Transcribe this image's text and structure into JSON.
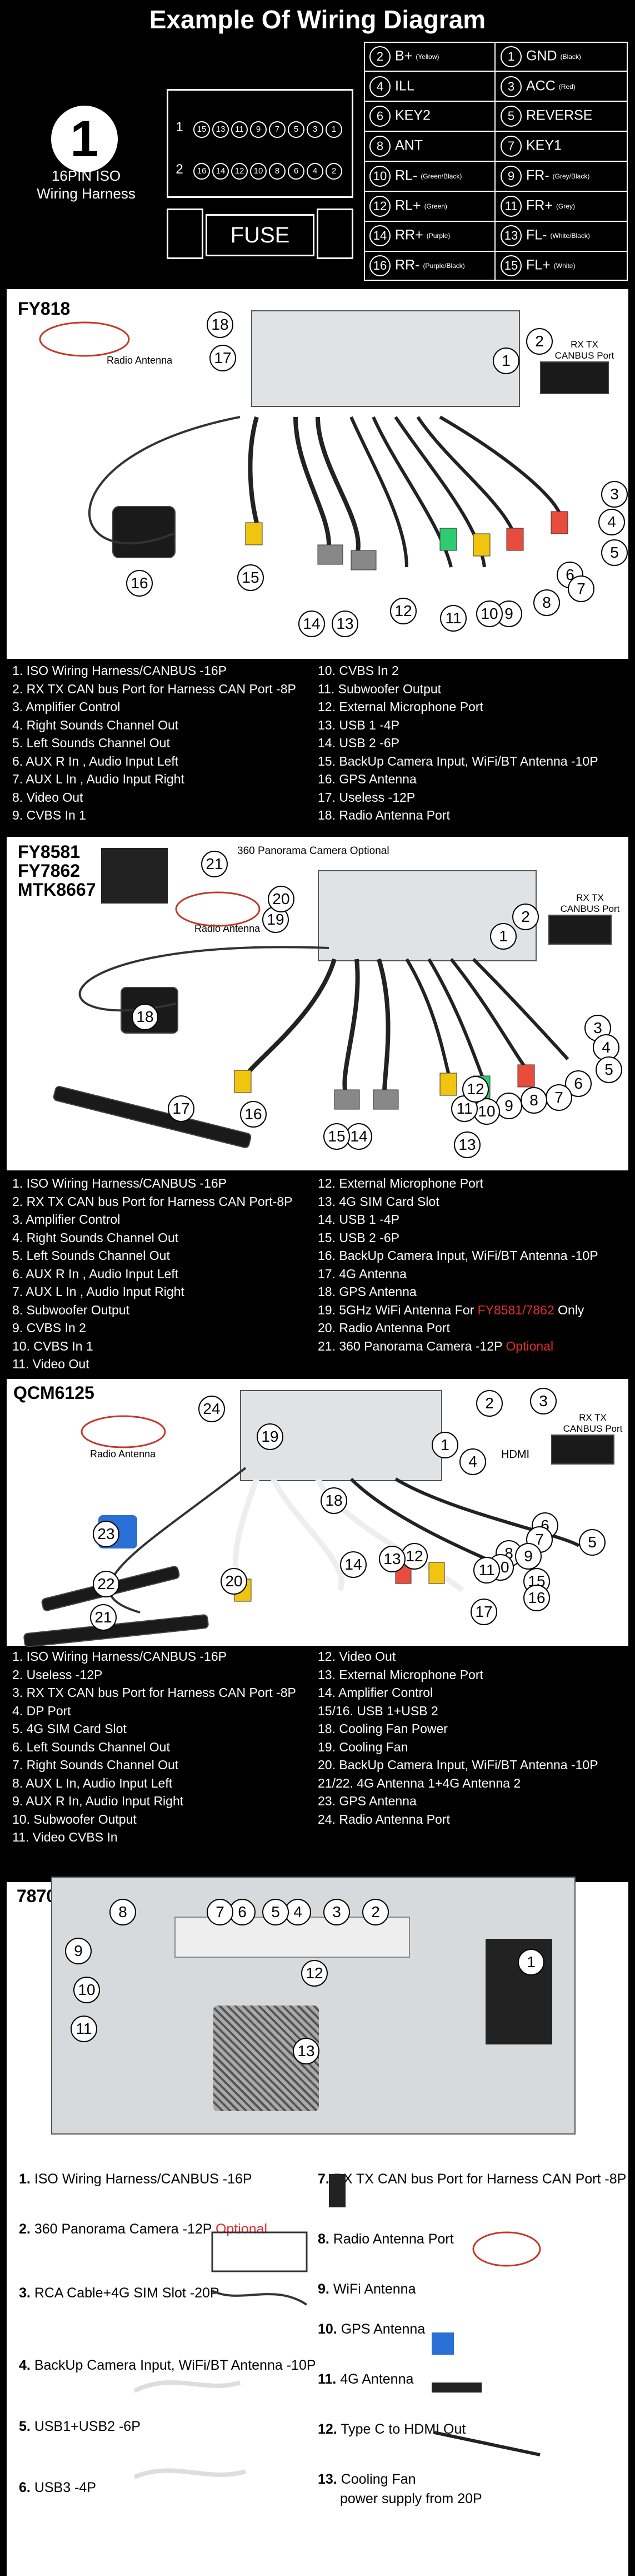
{
  "title": "Example Of Wiring Diagram",
  "iso": {
    "number": "1",
    "subtitle_line1": "16PIN ISO",
    "subtitle_line2": "Wiring Harness",
    "row1_label": "1",
    "row2_label": "2",
    "row1_pins": [
      "15",
      "13",
      "11",
      "9",
      "7",
      "5",
      "3",
      "1"
    ],
    "row2_pins": [
      "16",
      "14",
      "12",
      "10",
      "8",
      "6",
      "4",
      "2"
    ],
    "fuse": "FUSE"
  },
  "pinout": [
    {
      "num": "2",
      "name": "B+",
      "color": "(Yellow)"
    },
    {
      "num": "1",
      "name": "GND",
      "color": "(Black)"
    },
    {
      "num": "4",
      "name": "ILL",
      "color": ""
    },
    {
      "num": "3",
      "name": "ACC",
      "color": "(Red)"
    },
    {
      "num": "6",
      "name": "KEY2",
      "color": ""
    },
    {
      "num": "5",
      "name": "REVERSE",
      "color": ""
    },
    {
      "num": "8",
      "name": "ANT",
      "color": ""
    },
    {
      "num": "7",
      "name": "KEY1",
      "color": ""
    },
    {
      "num": "10",
      "name": "RL-",
      "color": "(Green/Black)"
    },
    {
      "num": "9",
      "name": "FR-",
      "color": "(Grey/Black)"
    },
    {
      "num": "12",
      "name": "RL+",
      "color": "(Green)"
    },
    {
      "num": "11",
      "name": "FR+",
      "color": "(Grey)"
    },
    {
      "num": "14",
      "name": "RR+",
      "color": "(Purple)"
    },
    {
      "num": "13",
      "name": "FL-",
      "color": "(White/Black)"
    },
    {
      "num": "16",
      "name": "RR-",
      "color": "(Purple/Black)"
    },
    {
      "num": "15",
      "name": "FL+",
      "color": "(White)"
    }
  ],
  "fy818": {
    "title": "FY818",
    "radio_antenna": "Radio Antenna",
    "canbus_port": "RX TX CANBUS Port",
    "callouts": [
      "1",
      "2",
      "3",
      "4",
      "5",
      "6",
      "7",
      "8",
      "9",
      "10",
      "11",
      "12",
      "13",
      "14",
      "15",
      "16",
      "17",
      "18"
    ],
    "legend_left": [
      "1. ISO Wiring Harness/CANBUS -16P",
      "2. RX TX CAN bus Port for Harness CAN Port -8P",
      "3. Amplifier Control",
      "4. Right Sounds Channel Out",
      "5. Left Sounds Channel Out",
      "6. AUX R In , Audio Input Left",
      "7. AUX L In , Audio Input Right",
      "8. Video Out",
      "9. CVBS In 1"
    ],
    "legend_right": [
      "10. CVBS In 2",
      "11. Subwoofer Output",
      "12. External Microphone Port",
      "13. USB 1 -4P",
      "14. USB 2 -6P",
      "15. BackUp Camera Input, WiFi/BT Antenna -10P",
      "16. GPS Antenna",
      "17. Useless -12P",
      "18. Radio Antenna Port"
    ]
  },
  "fy8581": {
    "title_line1": "FY8581",
    "title_line2": "FY7862",
    "title_line3": "MTK8667",
    "panorama": "360 Panorama Camera Optional",
    "radio_antenna": "Radio Antenna",
    "canbus_port": "RX TX CANBUS Port",
    "callouts": [
      "1",
      "2",
      "3",
      "4",
      "5",
      "6",
      "7",
      "8",
      "9",
      "10",
      "11",
      "12",
      "13",
      "14",
      "15",
      "16",
      "17",
      "18",
      "19",
      "20",
      "21"
    ],
    "legend_left": [
      "1. ISO Wiring Harness/CANBUS -16P",
      "2. RX TX CAN bus Port for Harness CAN Port-8P",
      "3. Amplifier Control",
      "4. Right Sounds Channel Out",
      "5. Left Sounds Channel Out",
      "6. AUX R In , Audio Input Left",
      "7. AUX L In , Audio Input Right",
      "8. Subwoofer Output",
      "9. CVBS In 2",
      "10. CVBS In 1",
      "11. Video Out"
    ],
    "legend_right": [
      "12. External Microphone Port",
      "13. 4G SIM Card Slot",
      "14. USB 1 -4P",
      "15. USB 2 -6P",
      "16. BackUp Camera Input, WiFi/BT Antenna -10P",
      "17. 4G Antenna",
      "18. GPS Antenna",
      "19. 5GHz WiFi Antenna For ",
      "20. Radio Antenna Port",
      "21. 360 Panorama Camera -12P "
    ],
    "wifi_models": "FY8581/7862",
    "wifi_only": " Only",
    "optional": "Optional"
  },
  "qcm": {
    "title": "QCM6125",
    "radio_antenna": "Radio Antenna",
    "canbus_port": "RX TX CANBUS Port",
    "hdmi": "HDMI",
    "callouts": [
      "1",
      "2",
      "3",
      "4",
      "5",
      "6",
      "7",
      "8",
      "9",
      "10",
      "11",
      "12",
      "13",
      "14",
      "15",
      "16",
      "17",
      "18",
      "19",
      "20",
      "21",
      "22",
      "23",
      "24"
    ],
    "legend_left": [
      "1. ISO Wiring Harness/CANBUS -16P",
      "2. Useless -12P",
      "3. RX TX CAN bus Port for Harness CAN Port -8P",
      "4. DP Port",
      "5. 4G SIM Card Slot",
      "6. Left Sounds Channel Out",
      "7. Right Sounds Channel Out",
      "8. AUX L In, Audio Input Left",
      "9. AUX R In, Audio Input Right",
      "10. Subwoofer Output",
      "11. Video CVBS In"
    ],
    "legend_right": [
      "12. Video Out",
      "13. External Microphone Port",
      "14. Amplifier Control",
      "15/16.  USB 1+USB 2",
      "18. Cooling Fan Power",
      "19. Cooling Fan",
      "20. BackUp Camera Input, WiFi/BT Antenna -10P",
      "21/22. 4G Antenna 1+4G Antenna 2",
      "23. GPS Antenna",
      "24. Radio Antenna Port"
    ]
  },
  "s7870": {
    "title": "7870",
    "callouts": [
      "1",
      "2",
      "3",
      "4",
      "5",
      "6",
      "7",
      "8",
      "9",
      "10",
      "11",
      "12",
      "13"
    ],
    "items": [
      {
        "num": "1.",
        "label": "ISO Wiring Harness/CANBUS -16P"
      },
      {
        "num": "2.",
        "label": "360 Panorama Camera -12P ",
        "extra": "Optional"
      },
      {
        "num": "3.",
        "label": "RCA Cable+4G SIM Slot -20P"
      },
      {
        "num": "4.",
        "label": "BackUp Camera Input, WiFi/BT Antenna -10P"
      },
      {
        "num": "5.",
        "label": "USB1+USB2 -6P"
      },
      {
        "num": "6.",
        "label": "USB3 -4P"
      },
      {
        "num": "7.",
        "label": "RX TX CAN bus Port for Harness CAN Port -8P"
      },
      {
        "num": "8.",
        "label": "Radio Antenna Port"
      },
      {
        "num": "9.",
        "label": "WiFi Antenna"
      },
      {
        "num": "10.",
        "label": "GPS Antenna"
      },
      {
        "num": "11.",
        "label": "4G Antenna"
      },
      {
        "num": "12.",
        "label": "Type C to HDMI Out"
      },
      {
        "num": "13.",
        "label": "Cooling Fan"
      },
      {
        "num": "",
        "label": "power supply from 20P"
      }
    ]
  },
  "colors": {
    "accent_red": "#e32b2b",
    "panel_bg": "#ffffff",
    "page_bg": "#000000"
  }
}
